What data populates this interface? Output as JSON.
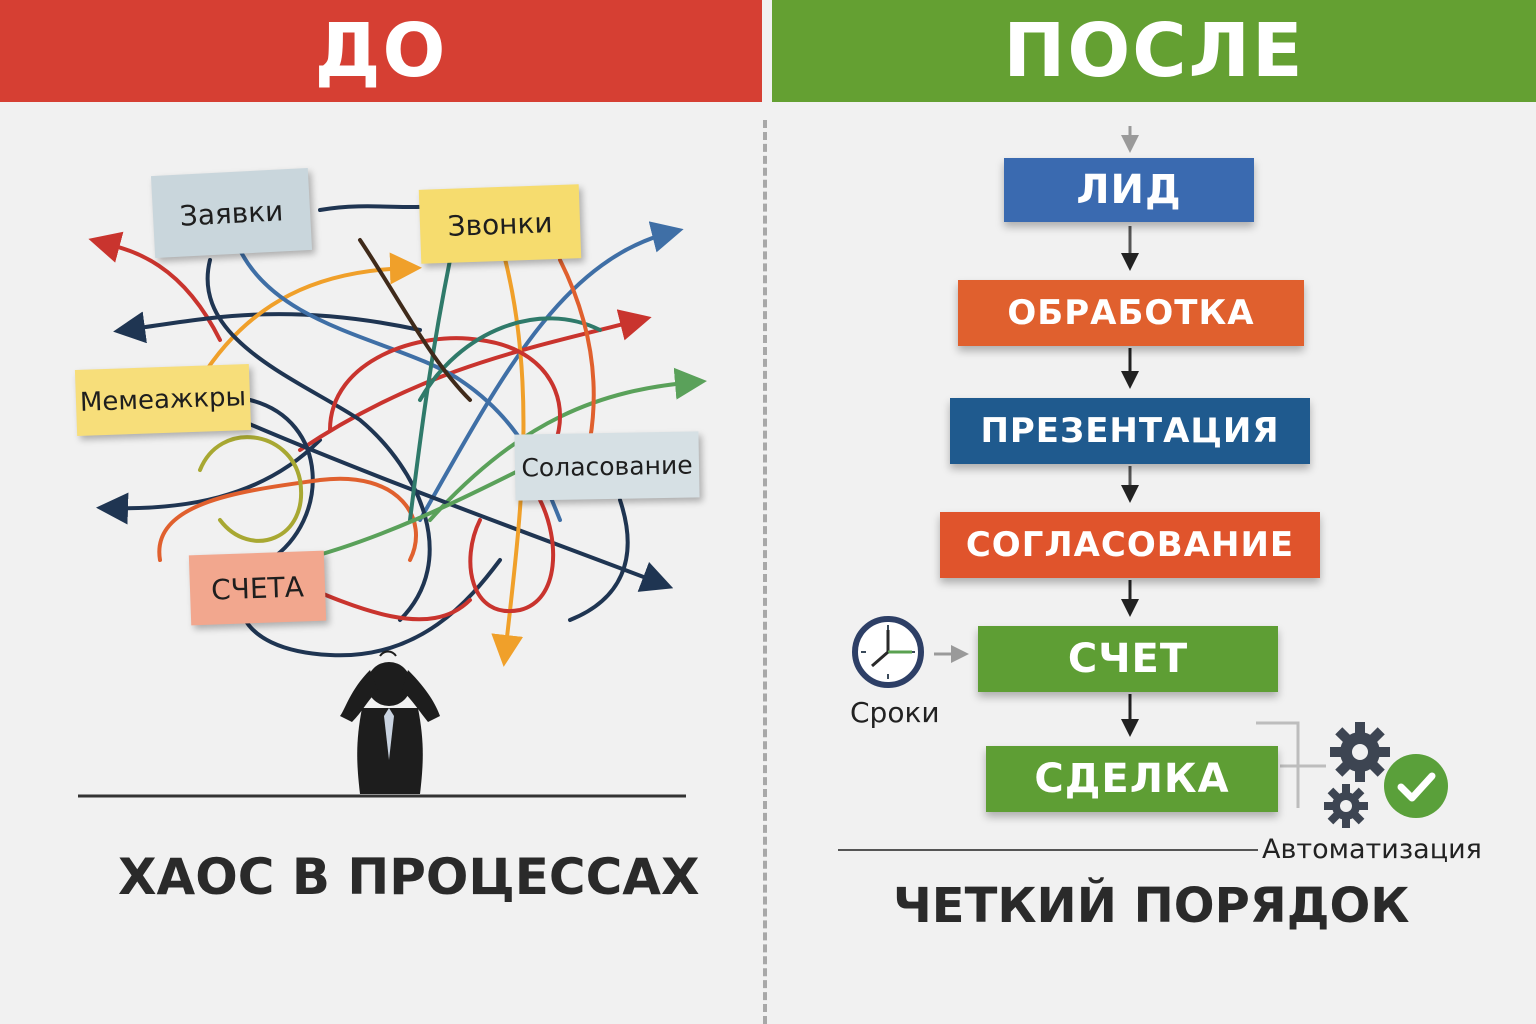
{
  "left": {
    "header": "ДО",
    "notes": {
      "zayavki": "Заявки",
      "zvonki": "Звонки",
      "managers": "Мемеажкры",
      "soglasovanie": "Соласование",
      "scheta": "СЧЕТА"
    },
    "caption": "ХАОС В ПРОЦЕССАХ"
  },
  "right": {
    "header": "ПОСЛЕ",
    "steps": [
      "ЛИД",
      "ОБРАБОТКА",
      "ПРЕЗЕНТАЦИЯ",
      "СОГЛАСОВАНИЕ",
      "СЧЕТ",
      "СДЕЛКА"
    ],
    "clock_label": "Сроки",
    "automation_label": "Автоматизация",
    "caption": "ЧЕТКИЙ ПОРЯДОК"
  },
  "colors": {
    "header_left": "#d63f33",
    "header_right": "#64a032",
    "step_blue": "#3a6ab0",
    "step_orange": "#e0602e",
    "step_navy": "#1f5a8e",
    "step_red_orange": "#e0542c",
    "step_green": "#5e9e34"
  }
}
